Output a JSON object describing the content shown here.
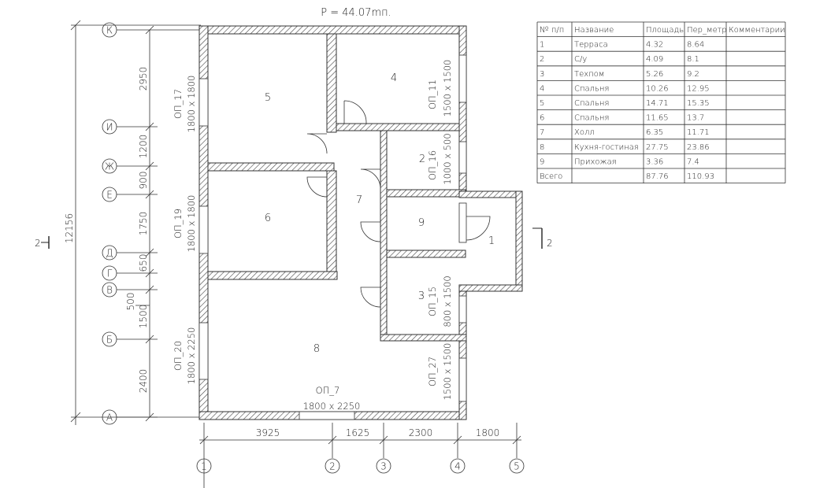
{
  "title": "P = 44.07mп.",
  "overall_dim": "12156",
  "vertical_dims": [
    "2950",
    "1200",
    "900",
    "1750",
    "650",
    "500",
    "1500",
    "2400"
  ],
  "horizontal_dims": [
    "3925",
    "1625",
    "2300",
    "1800"
  ],
  "row_axes": [
    "К",
    "И",
    "Ж",
    "Е",
    "Д",
    "Г",
    "В",
    "Б",
    "А"
  ],
  "col_axes": [
    "1",
    "2",
    "3",
    "4",
    "5"
  ],
  "section_marks": [
    "2",
    "2"
  ],
  "rooms": [
    "5",
    "4",
    "2",
    "6",
    "7",
    "9",
    "1",
    "3",
    "8"
  ],
  "openings": [
    {
      "name": "ОП_17",
      "size": "1800 х 1800"
    },
    {
      "name": "ОП_11",
      "size": "1500 х 1500"
    },
    {
      "name": "ОП_16",
      "size": "1000 х 500"
    },
    {
      "name": "ОП_19",
      "size": "1800 х 1800"
    },
    {
      "name": "ОП_15",
      "size": "800 х 1500"
    },
    {
      "name": "ОП_20",
      "size": "1800 х 2250"
    },
    {
      "name": "ОП_27",
      "size": "1500 х 1500"
    },
    {
      "name": "ОП_7",
      "size": "1800 х 2250"
    }
  ],
  "table": {
    "headers": [
      "№ п/п",
      "Название",
      "Площадь",
      "Пер_метр",
      "Комментарии"
    ],
    "rows": [
      [
        "1",
        "Терраса",
        "4.32",
        "8.64",
        ""
      ],
      [
        "2",
        "С/у",
        "4.09",
        "8.1",
        ""
      ],
      [
        "3",
        "Техпом",
        "5.26",
        "9.2",
        ""
      ],
      [
        "4",
        "Спальня",
        "10.26",
        "12.95",
        ""
      ],
      [
        "5",
        "Спальня",
        "14.71",
        "15.35",
        ""
      ],
      [
        "6",
        "Спальня",
        "11.65",
        "13.7",
        ""
      ],
      [
        "7",
        "Холл",
        "6.35",
        "11.71",
        ""
      ],
      [
        "8",
        "Кухня-гостиная",
        "27.75",
        "23.86",
        ""
      ],
      [
        "9",
        "Прихожая",
        "3.36",
        "7.4",
        ""
      ],
      [
        "Всего",
        "",
        "87.76",
        "110.93",
        ""
      ]
    ]
  }
}
